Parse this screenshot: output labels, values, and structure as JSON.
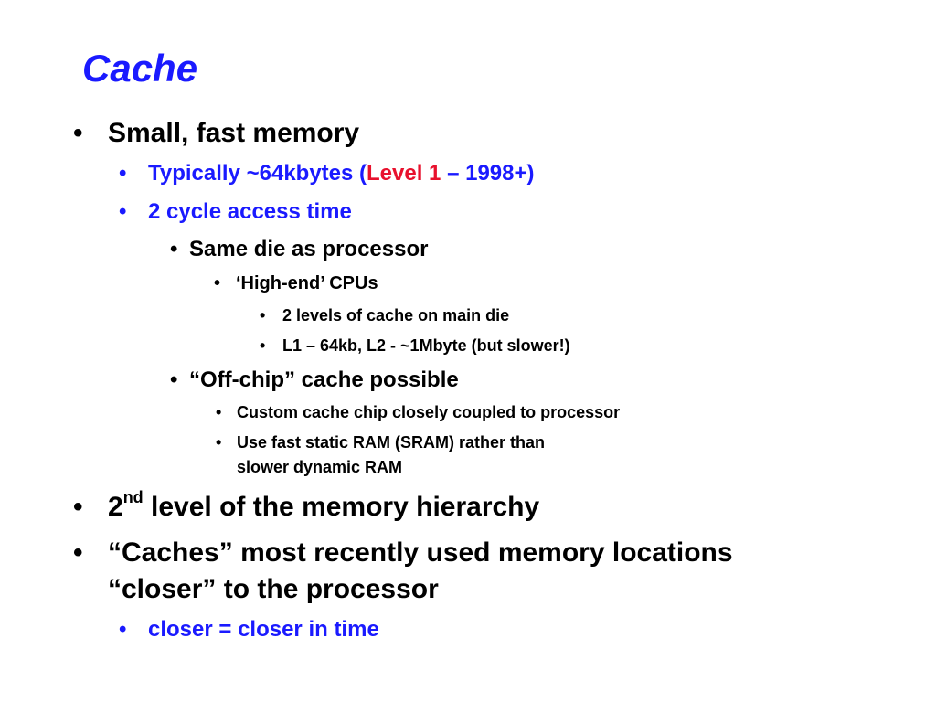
{
  "slide": {
    "title": "Cache",
    "bullet": "•",
    "items": [
      {
        "text": "Small, fast memory"
      },
      {
        "pre": "Typically ~64kbytes (",
        "red": "Level 1",
        "post": " – 1998+)"
      },
      {
        "text": "2 cycle access time"
      },
      {
        "text": "Same die as processor"
      },
      {
        "text": "‘High-end’ CPUs"
      },
      {
        "text": "2 levels of cache on main die"
      },
      {
        "text": "L1 – 64kb, L2 - ~1Mbyte (but slower!)"
      },
      {
        "text": "“Off-chip” cache possible"
      },
      {
        "text": "Custom cache chip closely coupled to processor"
      },
      {
        "line1": "Use fast static RAM (SRAM) rather than",
        "line2": "slower dynamic RAM"
      },
      {
        "pre": "2",
        "sup": "nd",
        "post": " level of the memory hierarchy"
      },
      {
        "line1": "“Caches” most recently used memory locations",
        "line2": "“closer” to the processor"
      },
      {
        "text": "closer = closer in time"
      }
    ]
  },
  "colors": {
    "title": "#1a1aff",
    "sub": "#1a1aff",
    "highlight": "#e8112d",
    "text": "#000000"
  }
}
